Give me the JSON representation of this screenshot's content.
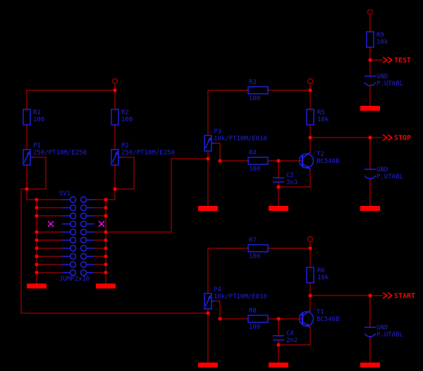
{
  "schematic": {
    "net_labels": {
      "test": "TEST",
      "stop": "STOP",
      "start": "START"
    },
    "components": {
      "r1": {
        "name": "R1",
        "value": "100"
      },
      "r2": {
        "name": "R2",
        "value": "100"
      },
      "r3": {
        "name": "R3",
        "value": "100"
      },
      "r4": {
        "name": "R4",
        "value": "100"
      },
      "r5": {
        "name": "R5",
        "value": "10k"
      },
      "r6": {
        "name": "R6",
        "value": "10k"
      },
      "r7": {
        "name": "R7",
        "value": "100"
      },
      "r8": {
        "name": "R8",
        "value": "100"
      },
      "r9": {
        "name": "R9",
        "value": "10k"
      },
      "p1": {
        "name": "P1",
        "value": "250/PT10M/E250"
      },
      "p2": {
        "name": "P2",
        "value": "250/PT10M/E250"
      },
      "p3": {
        "name": "P3",
        "value": "10k/PT10M/E010"
      },
      "p4": {
        "name": "P4",
        "value": "10k/PT10M/E010"
      },
      "t1": {
        "name": "T1",
        "value": "BC546B"
      },
      "t2": {
        "name": "T2",
        "value": "BC546B"
      },
      "c3": {
        "name": "C3",
        "value": "3n3"
      },
      "c4": {
        "name": "C4",
        "value": "2n2"
      },
      "sv1": {
        "name": "SV1",
        "value": "JUMP2x10"
      },
      "pad_test": {
        "name": "GND",
        "value": "P.UTABL"
      },
      "pad_stop": {
        "name": "GND",
        "value": "P.UTABL"
      },
      "pad_start": {
        "name": "GND",
        "value": "P.UTABL"
      }
    },
    "colors": {
      "background": "#000000",
      "wire": "#8b0000",
      "symbol": "#2121e0",
      "net_label": "#ff0000",
      "ground": "#ff0000",
      "junction": "#ff0000",
      "no_connect": "#ff00ff"
    }
  }
}
